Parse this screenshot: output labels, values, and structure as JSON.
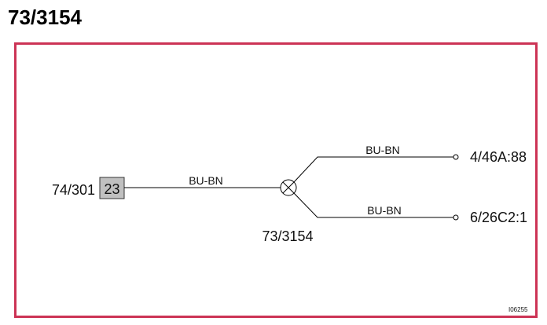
{
  "title": "73/3154",
  "colors": {
    "frame_border": "#cc3355",
    "pin_box_fill": "#c0c0c0",
    "wire": "#000000"
  },
  "source_connector": {
    "label": "74/301",
    "pin": "23"
  },
  "wires": {
    "main": {
      "color_code": "BU-BN"
    },
    "upper": {
      "color_code": "BU-BN"
    },
    "lower": {
      "color_code": "BU-BN"
    }
  },
  "splice": {
    "label": "73/3154",
    "icon": "splice-circle-cross-icon"
  },
  "destinations": {
    "upper": {
      "label": "4/46A:88",
      "icon": "terminal-circle-icon"
    },
    "lower": {
      "label": "6/26C2:1",
      "icon": "terminal-circle-icon"
    }
  },
  "reference_code": "I06255"
}
